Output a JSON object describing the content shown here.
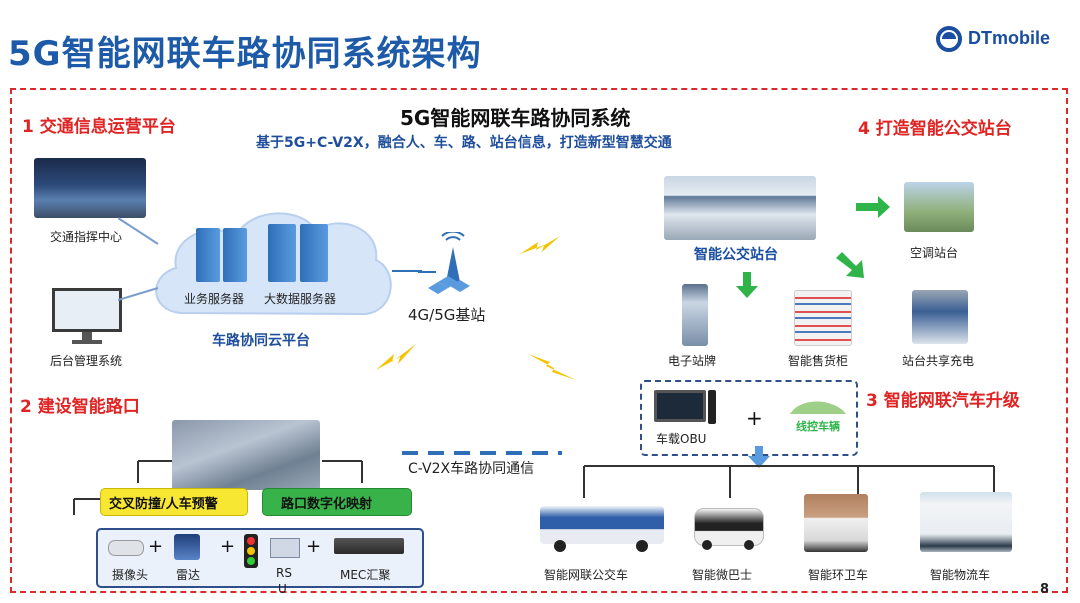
{
  "page_title": "5G智能网联车路协同系统架构",
  "logo_text": "DTmobile",
  "page_number": "8",
  "system": {
    "title": "5G智能网联车路协同系统",
    "subtitle": "基于5G+C-V2X，融合人、车、路、站台信息，打造新型智慧交通"
  },
  "sections": {
    "s1": "1 交通信息运营平台",
    "s2": "2 建设智能路口",
    "s3": "3 智能网联汽车升级",
    "s4": "4 打造智能公交站台"
  },
  "platform": {
    "traffic_center": "交通指挥中心",
    "backend": "后台管理系统",
    "biz_server": "业务服务器",
    "bigdata_server": "大数据服务器",
    "cloud": "车路协同云平台",
    "base_station": "4G/5G基站"
  },
  "intersection": {
    "tag1": "交叉防撞/人车预警",
    "tag2": "路口数字化映射",
    "camera": "摄像头",
    "radar": "雷达",
    "rsu_a": "RS",
    "rsu_b": "U",
    "mec": "MEC汇聚",
    "v2x": "C-V2X车路协同通信"
  },
  "station": {
    "bus_stop": "智能公交站台",
    "ac_stop": "空调站台",
    "e_sign": "电子站牌",
    "vending": "智能售货柜",
    "charging": "站台共享充电"
  },
  "vehicle": {
    "obu": "车载OBU",
    "wire_control": "线控车辆",
    "plus": "+",
    "bus": "智能网联公交车",
    "minibus": "智能微巴士",
    "sanitation": "智能环卫车",
    "logistics": "智能物流车"
  },
  "colors": {
    "title_blue": "#1d5aa8",
    "section_red": "#e02424",
    "tag_yellow": "#f7e733",
    "tag_green": "#37b34a",
    "cloud_blue": "#cfe0f5"
  }
}
